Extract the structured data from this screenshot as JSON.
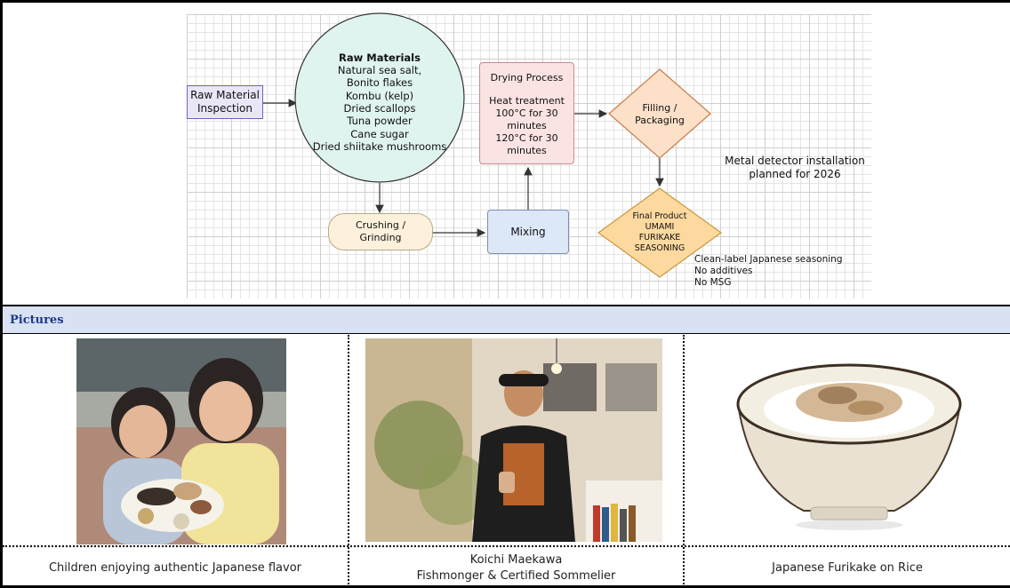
{
  "flowchart": {
    "raw_inspection": [
      "Raw Material",
      "Inspection"
    ],
    "raw_materials_title": "Raw Materials",
    "raw_materials_items": [
      "Natural sea salt,",
      "Bonito flakes",
      "Kombu (kelp)",
      "Dried scallops",
      "Tuna powder",
      "Cane sugar",
      "Dried shiitake mushrooms"
    ],
    "drying_title": "Drying Process",
    "drying_lines": [
      "Heat treatment",
      "100°C for 30",
      "minutes",
      "120°C for 30",
      "minutes"
    ],
    "filling": [
      "Filling /",
      "Packaging"
    ],
    "crushing": [
      "Crushing /",
      "Grinding"
    ],
    "mixing": "Mixing",
    "final_product": [
      "Final Product",
      "UMAMI",
      "FURIKAKE",
      "SEASONING"
    ],
    "metal_note": [
      "Metal detector installation",
      "planned for 2026"
    ],
    "clean_label": [
      "Clean-label Japanese seasoning",
      "No additives",
      "No MSG"
    ],
    "colors": {
      "inspection_fill": "#e8e6f7",
      "inspection_stroke": "#6a66c2",
      "circle_fill": "#dff3ef",
      "drying_fill": "#fbe3e3",
      "drying_stroke": "#c98a8a",
      "diamond_fill": "#fde0c8",
      "crushing_fill": "#fdf1dc",
      "mixing_fill": "#dce8f7",
      "final_fill": "#fdd9a0"
    }
  },
  "section": {
    "pictures_label": "Pictures"
  },
  "photos": [
    {
      "icon": "children-photo",
      "caption": [
        "Children enjoying authentic Japanese flavor"
      ]
    },
    {
      "icon": "chef-photo",
      "caption": [
        "Koichi Maekawa",
        "Fishmonger & Certified Sommelier"
      ]
    },
    {
      "icon": "rice-bowl-photo",
      "caption": [
        "Japanese Furikake on Rice"
      ]
    }
  ]
}
